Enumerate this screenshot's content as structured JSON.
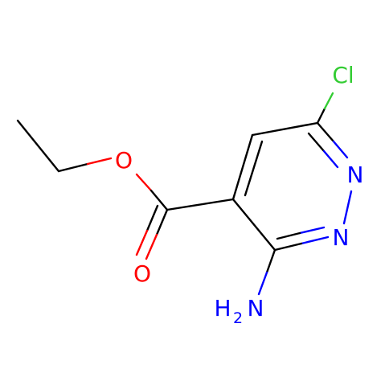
{
  "molecule": {
    "atoms": {
      "cl": {
        "label": "Cl",
        "color": "#33cc33"
      },
      "n1": {
        "label": "N",
        "color": "#0000ff"
      },
      "n2": {
        "label": "N",
        "color": "#0000ff"
      },
      "o_ester": {
        "label": "O",
        "color": "#ff0000"
      },
      "o_carbonyl": {
        "label": "O",
        "color": "#ff0000"
      },
      "nh2": {
        "label_h": "H",
        "label_sub": "2",
        "label_n": "N",
        "color": "#0000ff"
      }
    },
    "bond_color": "#000000"
  }
}
